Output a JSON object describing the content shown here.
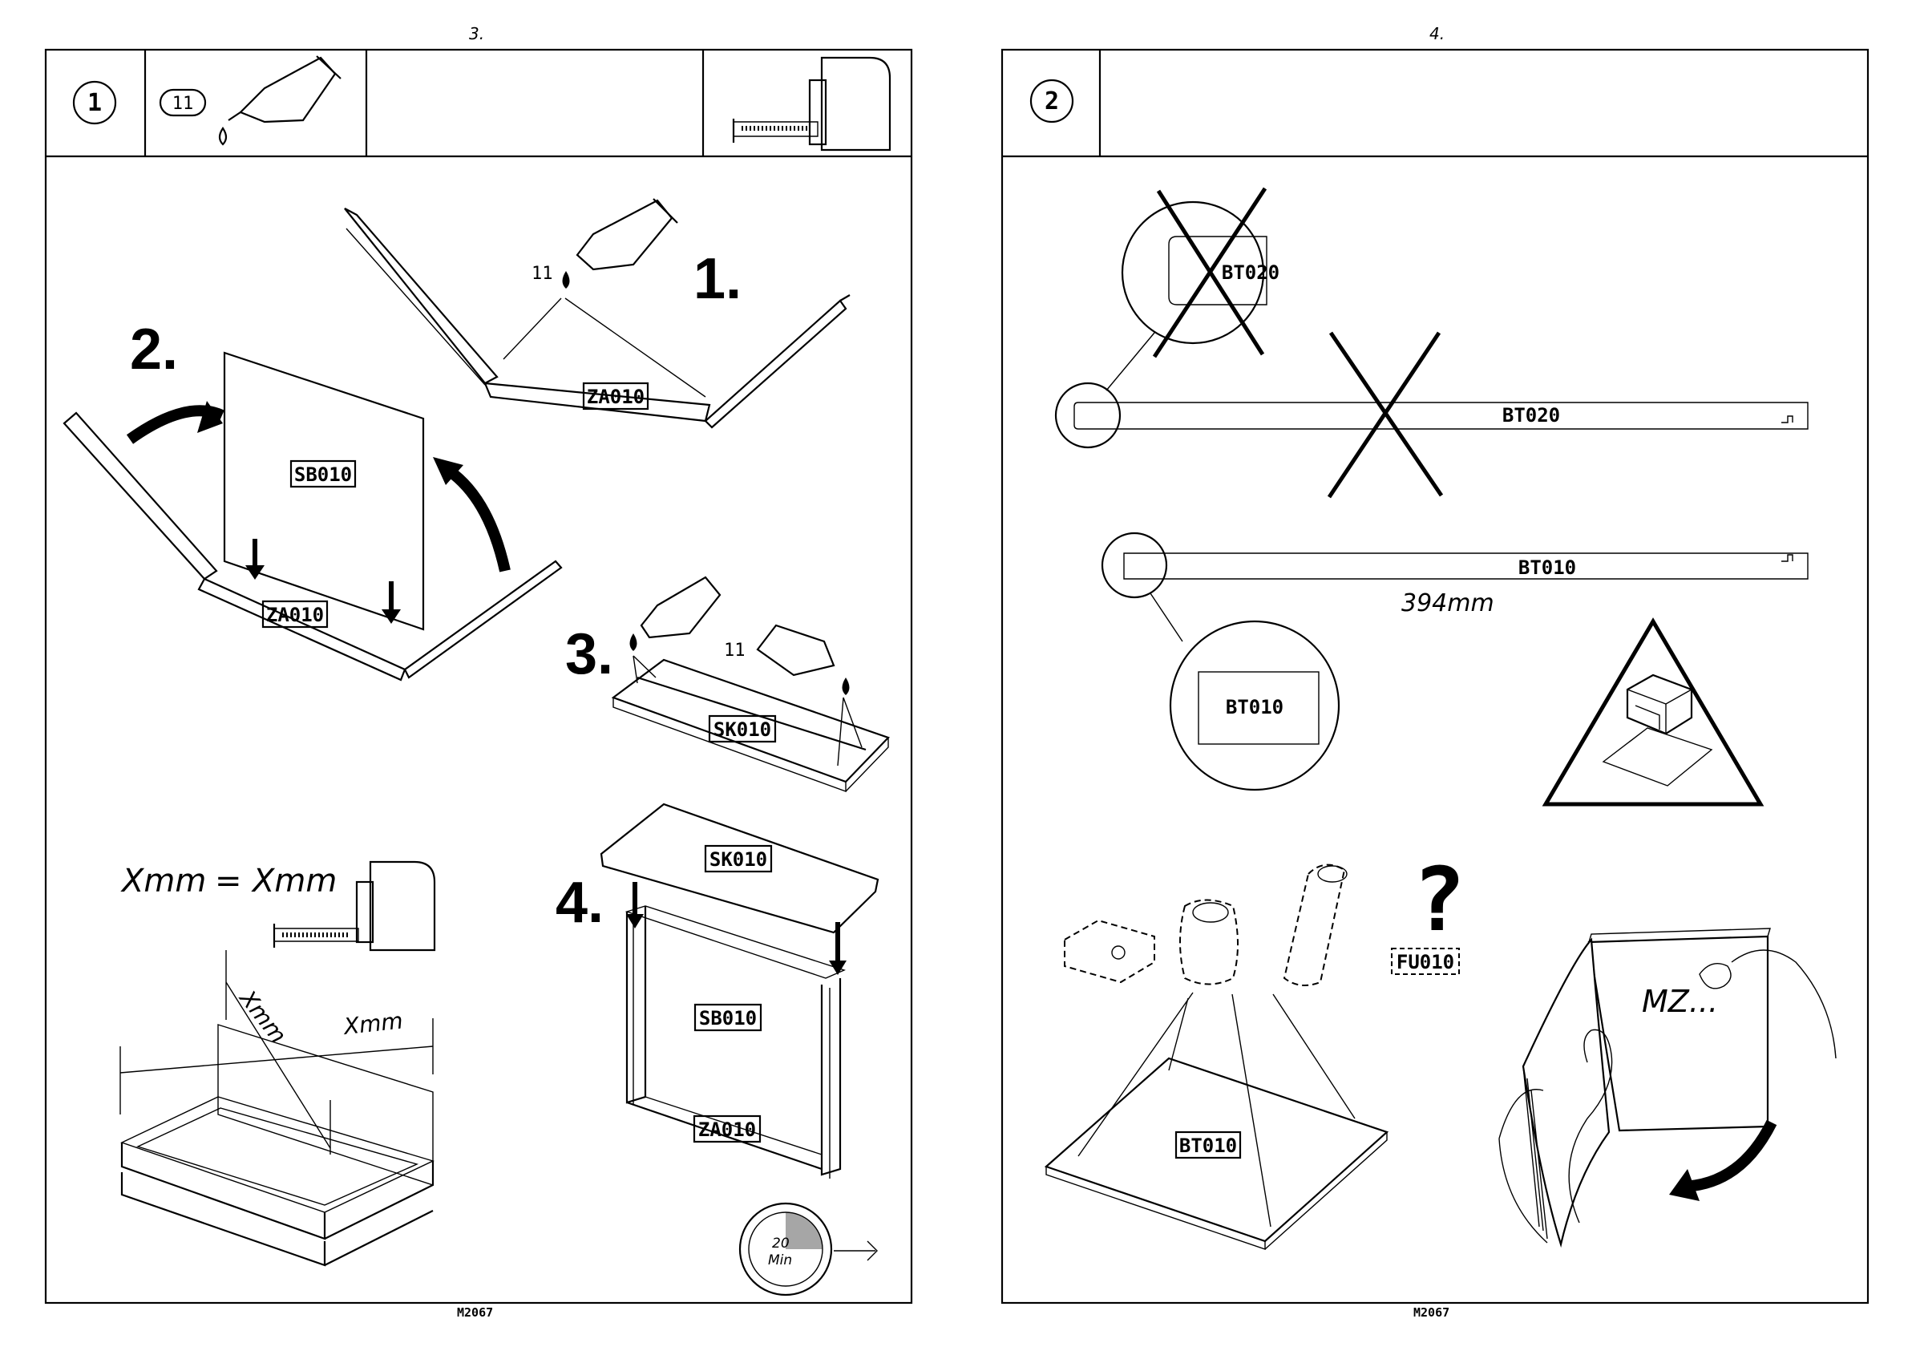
{
  "pages": [
    {
      "page_number": "3.",
      "step_number": "1",
      "glue_count": "11",
      "footer": "M2067",
      "substeps": [
        "1.",
        "2.",
        "3.",
        "4."
      ],
      "glue_label": "11",
      "glue_label_2": "11",
      "parts": {
        "za_top": "ZA010",
        "sb_panel": "SB010",
        "za_left": "ZA010",
        "sk_base": "SK010",
        "sk_top": "SK010",
        "sb_frame": "SB010",
        "za_frame": "ZA010"
      },
      "measure": {
        "equation_left": "Xmm",
        "equals": "=",
        "equation_right": "Xmm",
        "diag": "Xmm",
        "width": "Xmm"
      },
      "timer": {
        "value": "20",
        "unit": "Min"
      }
    },
    {
      "page_number": "4.",
      "step_number": "2",
      "footer": "M2067",
      "parts": {
        "zoom_wrong": "BT020",
        "bar_wrong": "BT020",
        "bar_right": "BT010",
        "zoom_right": "BT010",
        "board": "BT010",
        "fitting": "FU010"
      },
      "dimension": "394mm",
      "question_mark": "?",
      "manual_text": "MZ..."
    }
  ],
  "colors": {
    "ink": "#000000",
    "paper": "#ffffff"
  }
}
